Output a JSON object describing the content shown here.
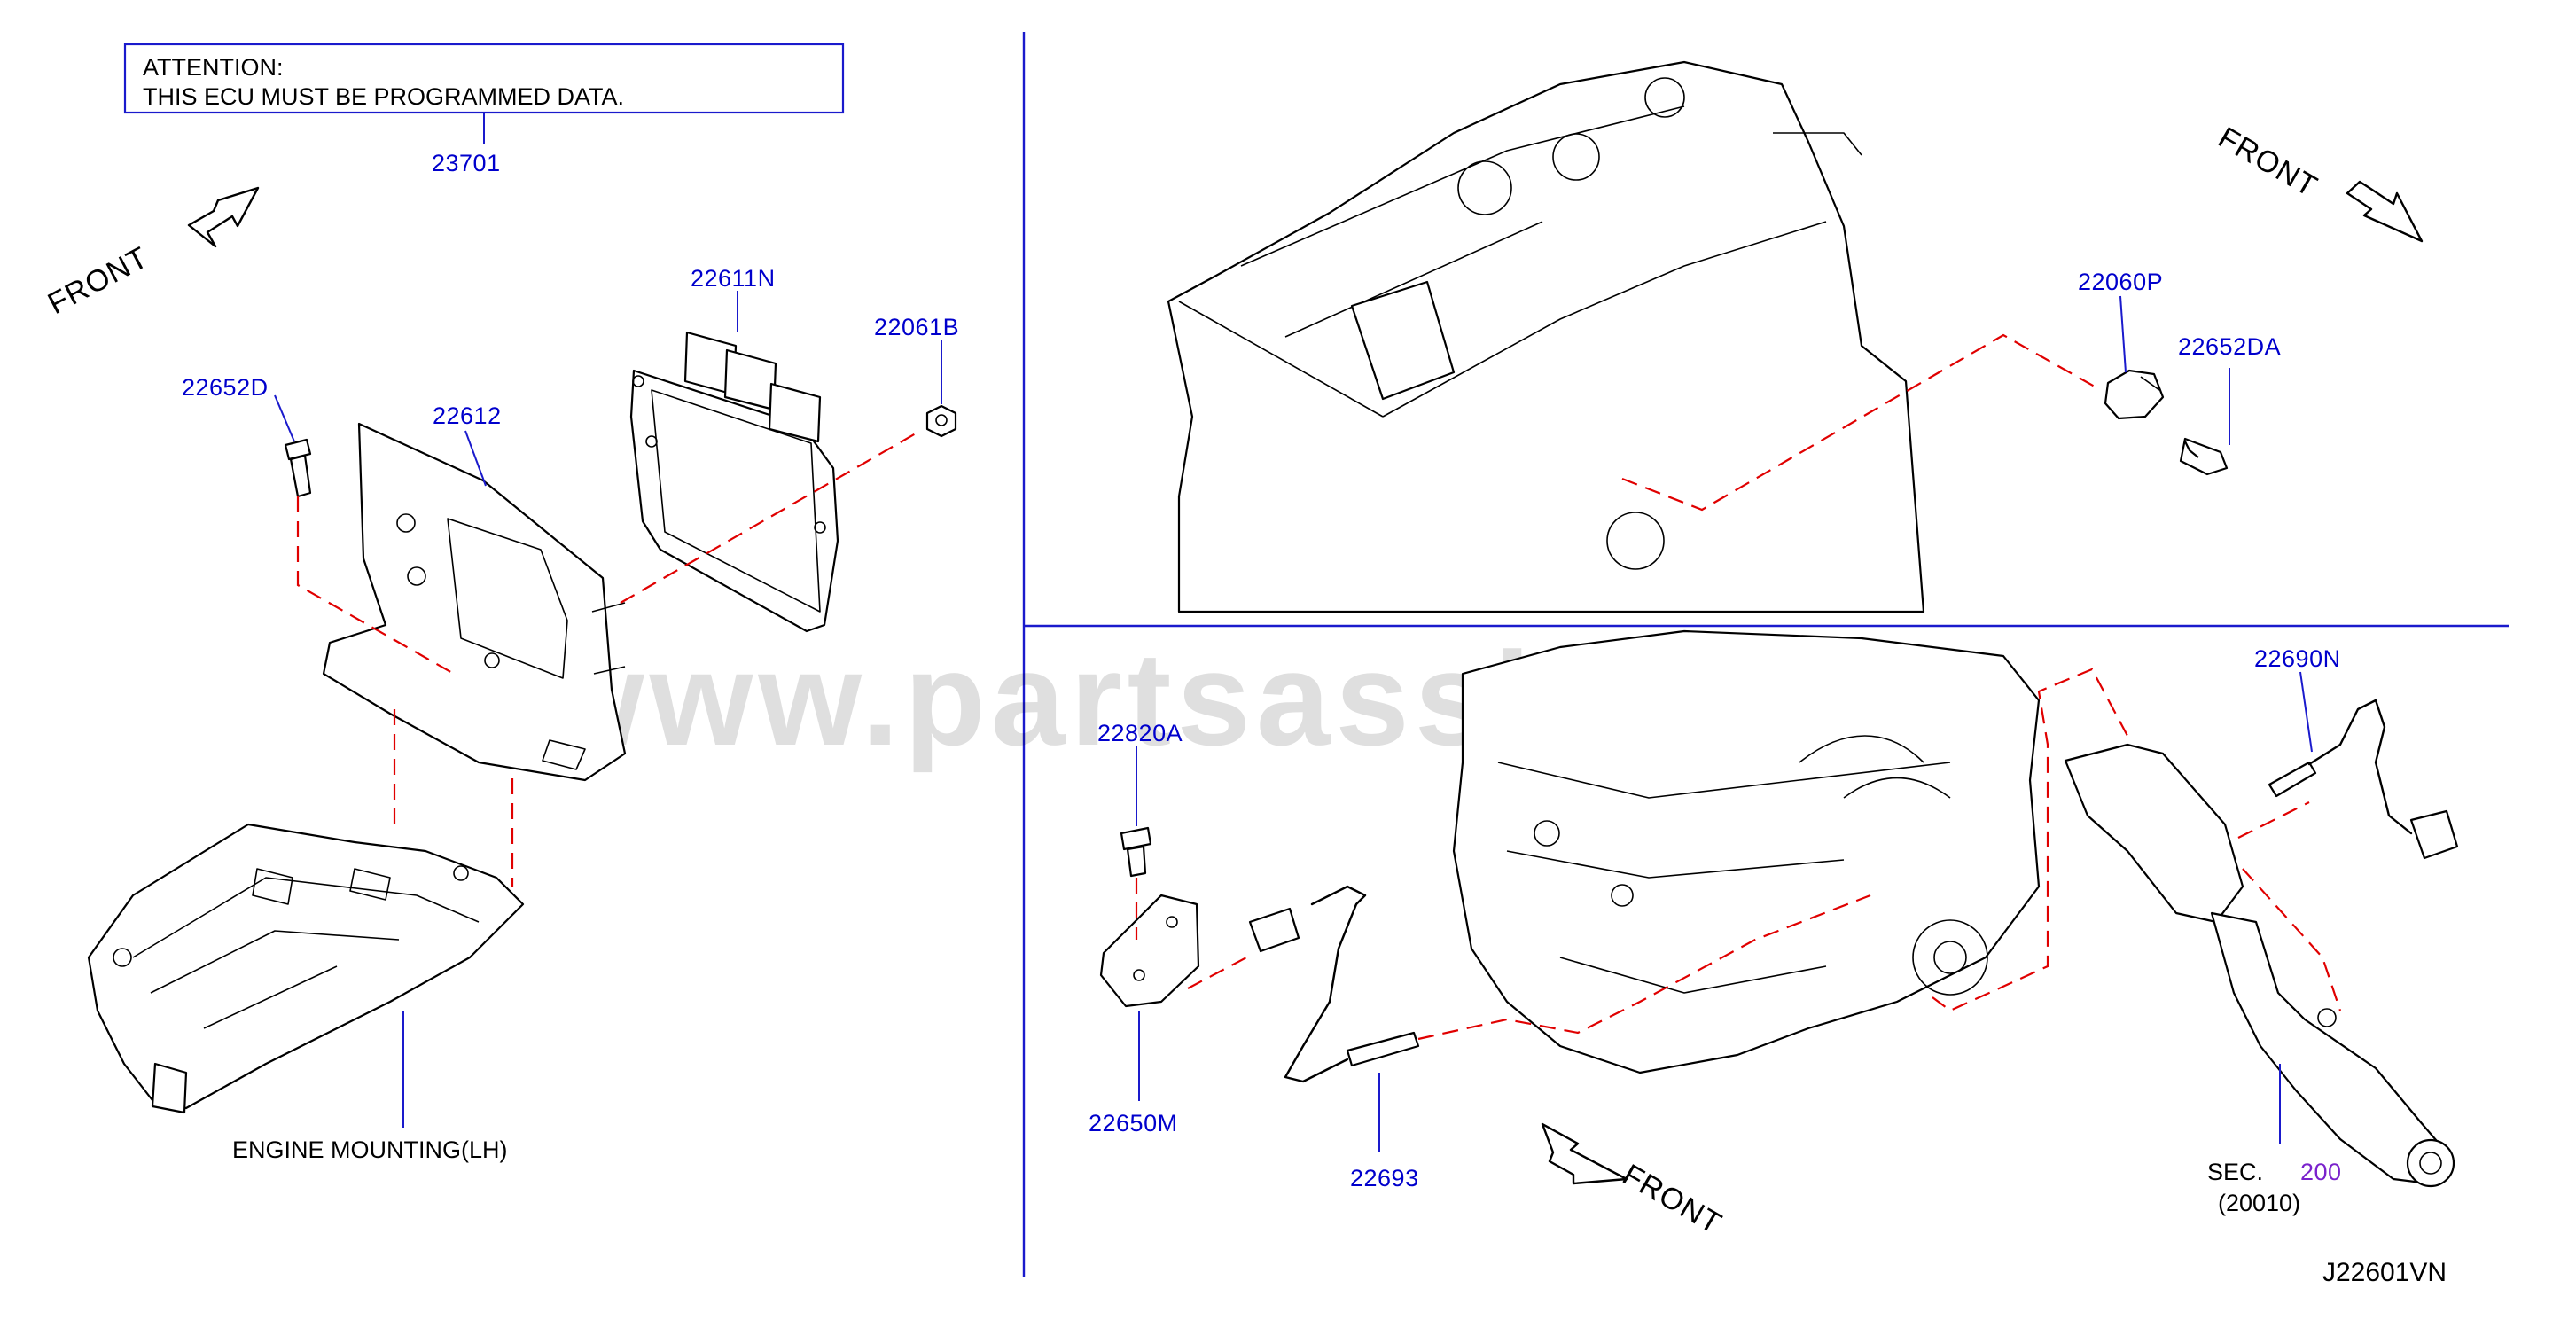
{
  "notice": {
    "line1": "ATTENTION:",
    "line2": "THIS   ECU   MUST   BE   PROGRAMMED   DATA."
  },
  "front_label": "FRONT",
  "parts": {
    "p23701": "23701",
    "p22611N": "22611N",
    "p22061B": "22061B",
    "p22652D": "22652D",
    "p22612": "22612",
    "p22060P": "22060P",
    "p22652DA": "22652DA",
    "p22690N": "22690N",
    "p22820A": "22820A",
    "p22650M": "22650M",
    "p22693": "22693",
    "sec_ref": "200"
  },
  "labels": {
    "engine_mounting": "ENGINE   MOUNTING(LH)",
    "sec": "SEC.",
    "sec_sub": "(20010)",
    "diagram_code": "J22601VN"
  },
  "watermark": "www.partsassist.com",
  "colors": {
    "part_number": "#0000cc",
    "section_ref": "#7a22cc",
    "leader": "#1a1acc",
    "connection_dash": "#e00000",
    "ink": "#000000"
  }
}
